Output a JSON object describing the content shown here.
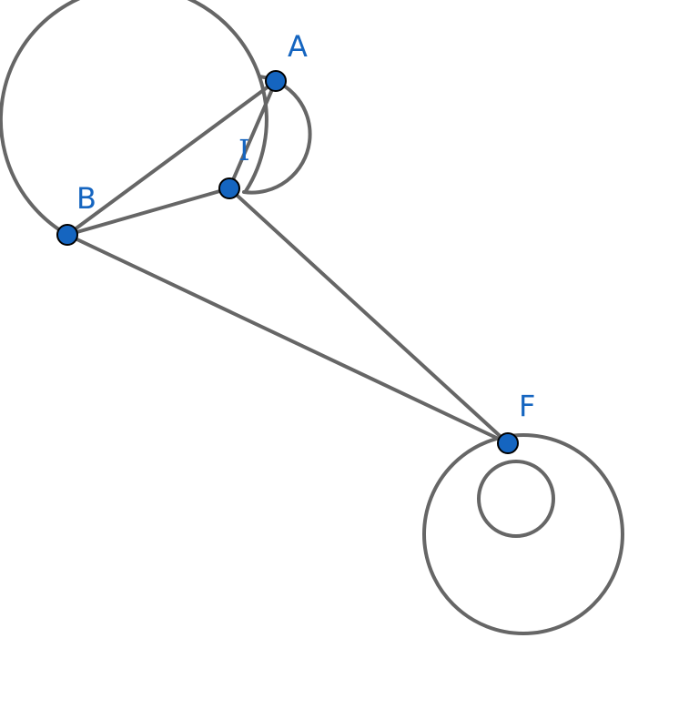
{
  "colors": {
    "stroke": "#666666",
    "point_fill": "#1565c0",
    "point_stroke": "#000000",
    "label": "#1565c0",
    "background": "#ffffff"
  },
  "points": {
    "A": {
      "label": "A"
    },
    "B": {
      "label": "B"
    },
    "I": {
      "label": "I"
    },
    "F": {
      "label": "F"
    }
  }
}
